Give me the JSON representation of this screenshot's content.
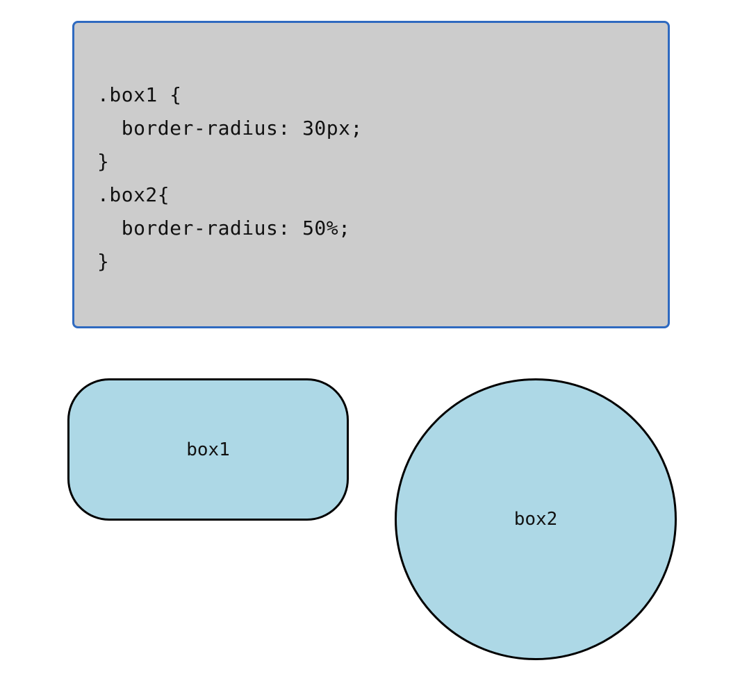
{
  "code_block": {
    "lines": [
      ".box1 {",
      "  border-radius: 30px;",
      "}",
      ".box2{",
      "  border-radius: 50%;",
      "}"
    ]
  },
  "boxes": {
    "box1": {
      "label": "box1"
    },
    "box2": {
      "label": "box2"
    }
  },
  "colors": {
    "panel_background": "#cccccc",
    "panel_border": "#2f6ac0",
    "box_fill": "#add8e6",
    "box_border": "#000000"
  }
}
